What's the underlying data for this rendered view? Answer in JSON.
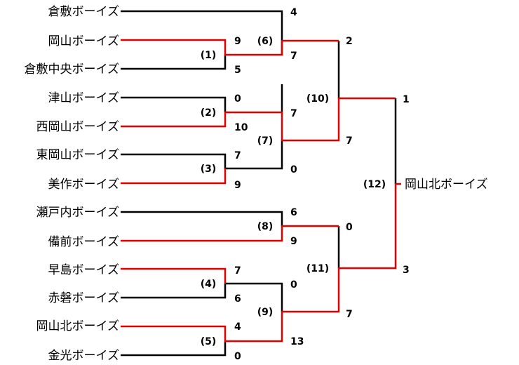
{
  "colors": {
    "win": "#e00000",
    "line": "#000000"
  },
  "teams": [
    "倉敷ボーイズ",
    "岡山ボーイズ",
    "倉敷中央ボーイズ",
    "津山ボーイズ",
    "西岡山ボーイズ",
    "東岡山ボーイズ",
    "美作ボーイズ",
    "瀬戸内ボーイズ",
    "備前ボーイズ",
    "早島ボーイズ",
    "赤磐ボーイズ",
    "岡山北ボーイズ",
    "金光ボーイズ"
  ],
  "games": [
    {
      "label": "(1)",
      "top_score": "9",
      "bottom_score": "5",
      "winner": "top"
    },
    {
      "label": "(2)",
      "top_score": "0",
      "bottom_score": "10",
      "winner": "bottom"
    },
    {
      "label": "(3)",
      "top_score": "7",
      "bottom_score": "9",
      "winner": "bottom"
    },
    {
      "label": "(4)",
      "top_score": "7",
      "bottom_score": "6",
      "winner": "top"
    },
    {
      "label": "(5)",
      "top_score": "4",
      "bottom_score": "0",
      "winner": "top"
    },
    {
      "label": "(6)",
      "top_score": "4",
      "bottom_score": "7",
      "winner": "bottom"
    },
    {
      "label": "(7)",
      "top_score": "7",
      "bottom_score": "0",
      "winner": "top"
    },
    {
      "label": "(8)",
      "top_score": "6",
      "bottom_score": "9",
      "winner": "bottom"
    },
    {
      "label": "(9)",
      "top_score": "0",
      "bottom_score": "13",
      "winner": "bottom"
    },
    {
      "label": "(10)",
      "top_score": "2",
      "bottom_score": "7",
      "winner": "bottom"
    },
    {
      "label": "(11)",
      "top_score": "0",
      "bottom_score": "7",
      "winner": "bottom"
    },
    {
      "label": "(12)",
      "top_score": "1",
      "bottom_score": "3",
      "winner": "bottom"
    }
  ],
  "champion": "岡山北ボーイズ"
}
